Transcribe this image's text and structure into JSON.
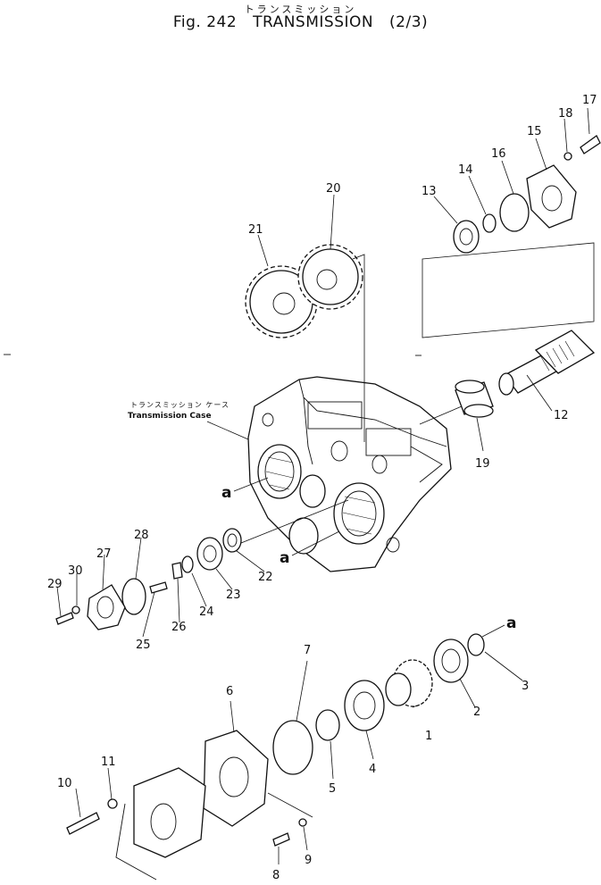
{
  "header": {
    "jp_title": "トランスミッション",
    "fig_number": "Fig. 242",
    "title": "TRANSMISSION",
    "sheet": "(2/3)"
  },
  "case_label": {
    "jp": "トランスミッション ケース",
    "en": "Transmission Case"
  },
  "reference_mark": "a",
  "parts": [
    {
      "no": "1"
    },
    {
      "no": "2"
    },
    {
      "no": "3"
    },
    {
      "no": "4"
    },
    {
      "no": "5"
    },
    {
      "no": "6"
    },
    {
      "no": "7"
    },
    {
      "no": "8"
    },
    {
      "no": "9"
    },
    {
      "no": "10"
    },
    {
      "no": "11"
    },
    {
      "no": "12"
    },
    {
      "no": "13"
    },
    {
      "no": "14"
    },
    {
      "no": "15"
    },
    {
      "no": "16"
    },
    {
      "no": "17"
    },
    {
      "no": "18"
    },
    {
      "no": "19"
    },
    {
      "no": "20"
    },
    {
      "no": "21"
    },
    {
      "no": "22"
    },
    {
      "no": "23"
    },
    {
      "no": "24"
    },
    {
      "no": "25"
    },
    {
      "no": "26"
    },
    {
      "no": "27"
    },
    {
      "no": "28"
    },
    {
      "no": "29"
    },
    {
      "no": "30"
    }
  ]
}
